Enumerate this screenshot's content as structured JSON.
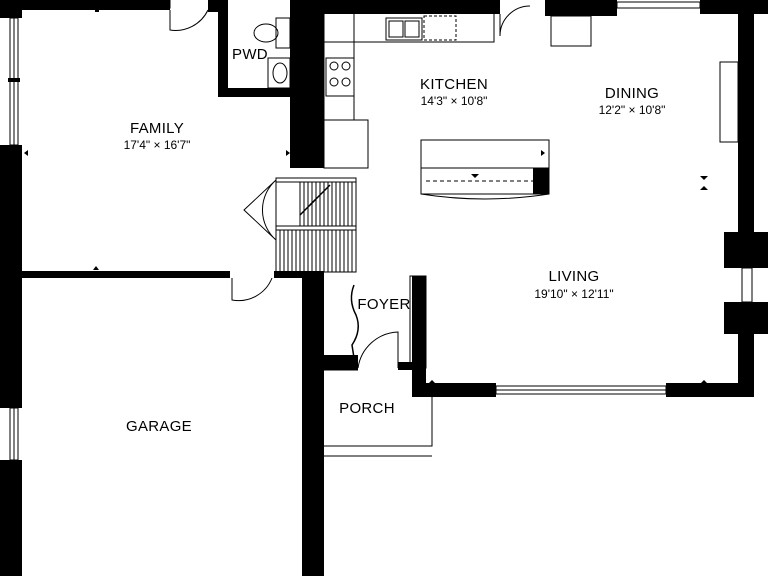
{
  "rooms": {
    "family": {
      "name": "FAMILY",
      "dims": "17'4\" × 16'7\""
    },
    "kitchen": {
      "name": "KITCHEN",
      "dims": "14'3\" × 10'8\""
    },
    "dining": {
      "name": "DINING",
      "dims": "12'2\" × 10'8\""
    },
    "living": {
      "name": "LIVING",
      "dims": "19'10\" × 12'11\""
    },
    "pwd": {
      "name": "PWD"
    },
    "foyer": {
      "name": "FOYER"
    },
    "porch": {
      "name": "PORCH"
    },
    "garage": {
      "name": "GARAGE"
    }
  },
  "colors": {
    "wall": "#000000",
    "background": "#ffffff"
  }
}
